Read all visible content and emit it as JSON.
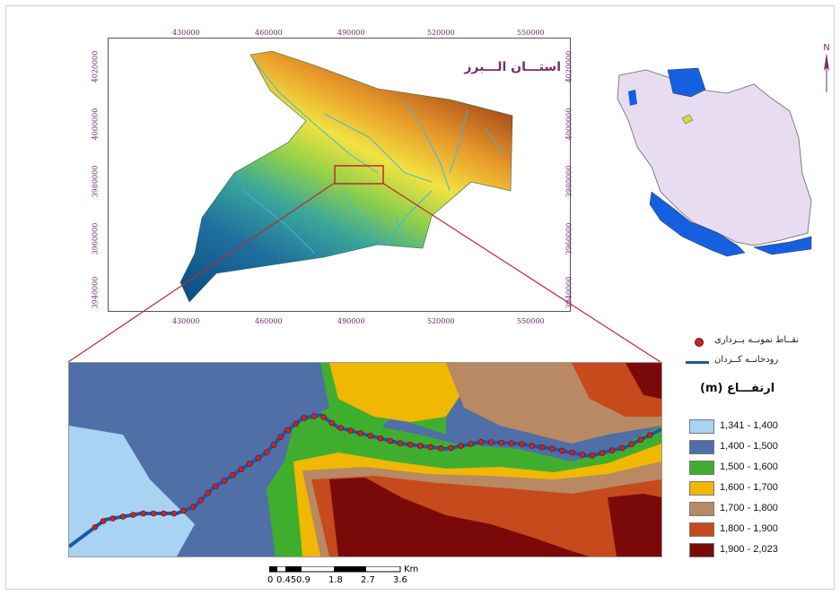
{
  "province_label": "استـــان الـــبرز",
  "north_arrow_label": "N",
  "top_map": {
    "x_ticks": [
      "430000",
      "460000",
      "490000",
      "520000",
      "550000"
    ],
    "y_ticks": [
      "4020000",
      "4000000",
      "3980000",
      "3960000",
      "3940000"
    ]
  },
  "legend": {
    "sample_points_label": "نقــاط نمونــه بــرداری",
    "river_label": "رودخانــه کــردان",
    "elevation_title": "ارتفـــاع (m)",
    "classes": [
      {
        "label": "1,341 - 1,400",
        "color": "#a9d3f2"
      },
      {
        "label": "1,400 - 1,500",
        "color": "#4f6fa6"
      },
      {
        "label": "1,500 - 1,600",
        "color": "#3fae2f"
      },
      {
        "label": "1,600 - 1,700",
        "color": "#f0b800"
      },
      {
        "label": "1,700 - 1,800",
        "color": "#b88962"
      },
      {
        "label": "1,800 - 1,900",
        "color": "#c74a1c"
      },
      {
        "label": "1,900 - 2,023",
        "color": "#7a0a0a"
      }
    ],
    "point_color": "#c0282d",
    "river_color": "#1a5aa6"
  },
  "scale_bar": {
    "unit": "Km",
    "ticks": [
      "0",
      "0.45",
      "0.9",
      "1.8",
      "2.7",
      "3.6"
    ]
  },
  "colors": {
    "zoom_lines": "#c0282d",
    "province_blue": "#1560e0",
    "iran_fill": "#e8dcf0"
  }
}
